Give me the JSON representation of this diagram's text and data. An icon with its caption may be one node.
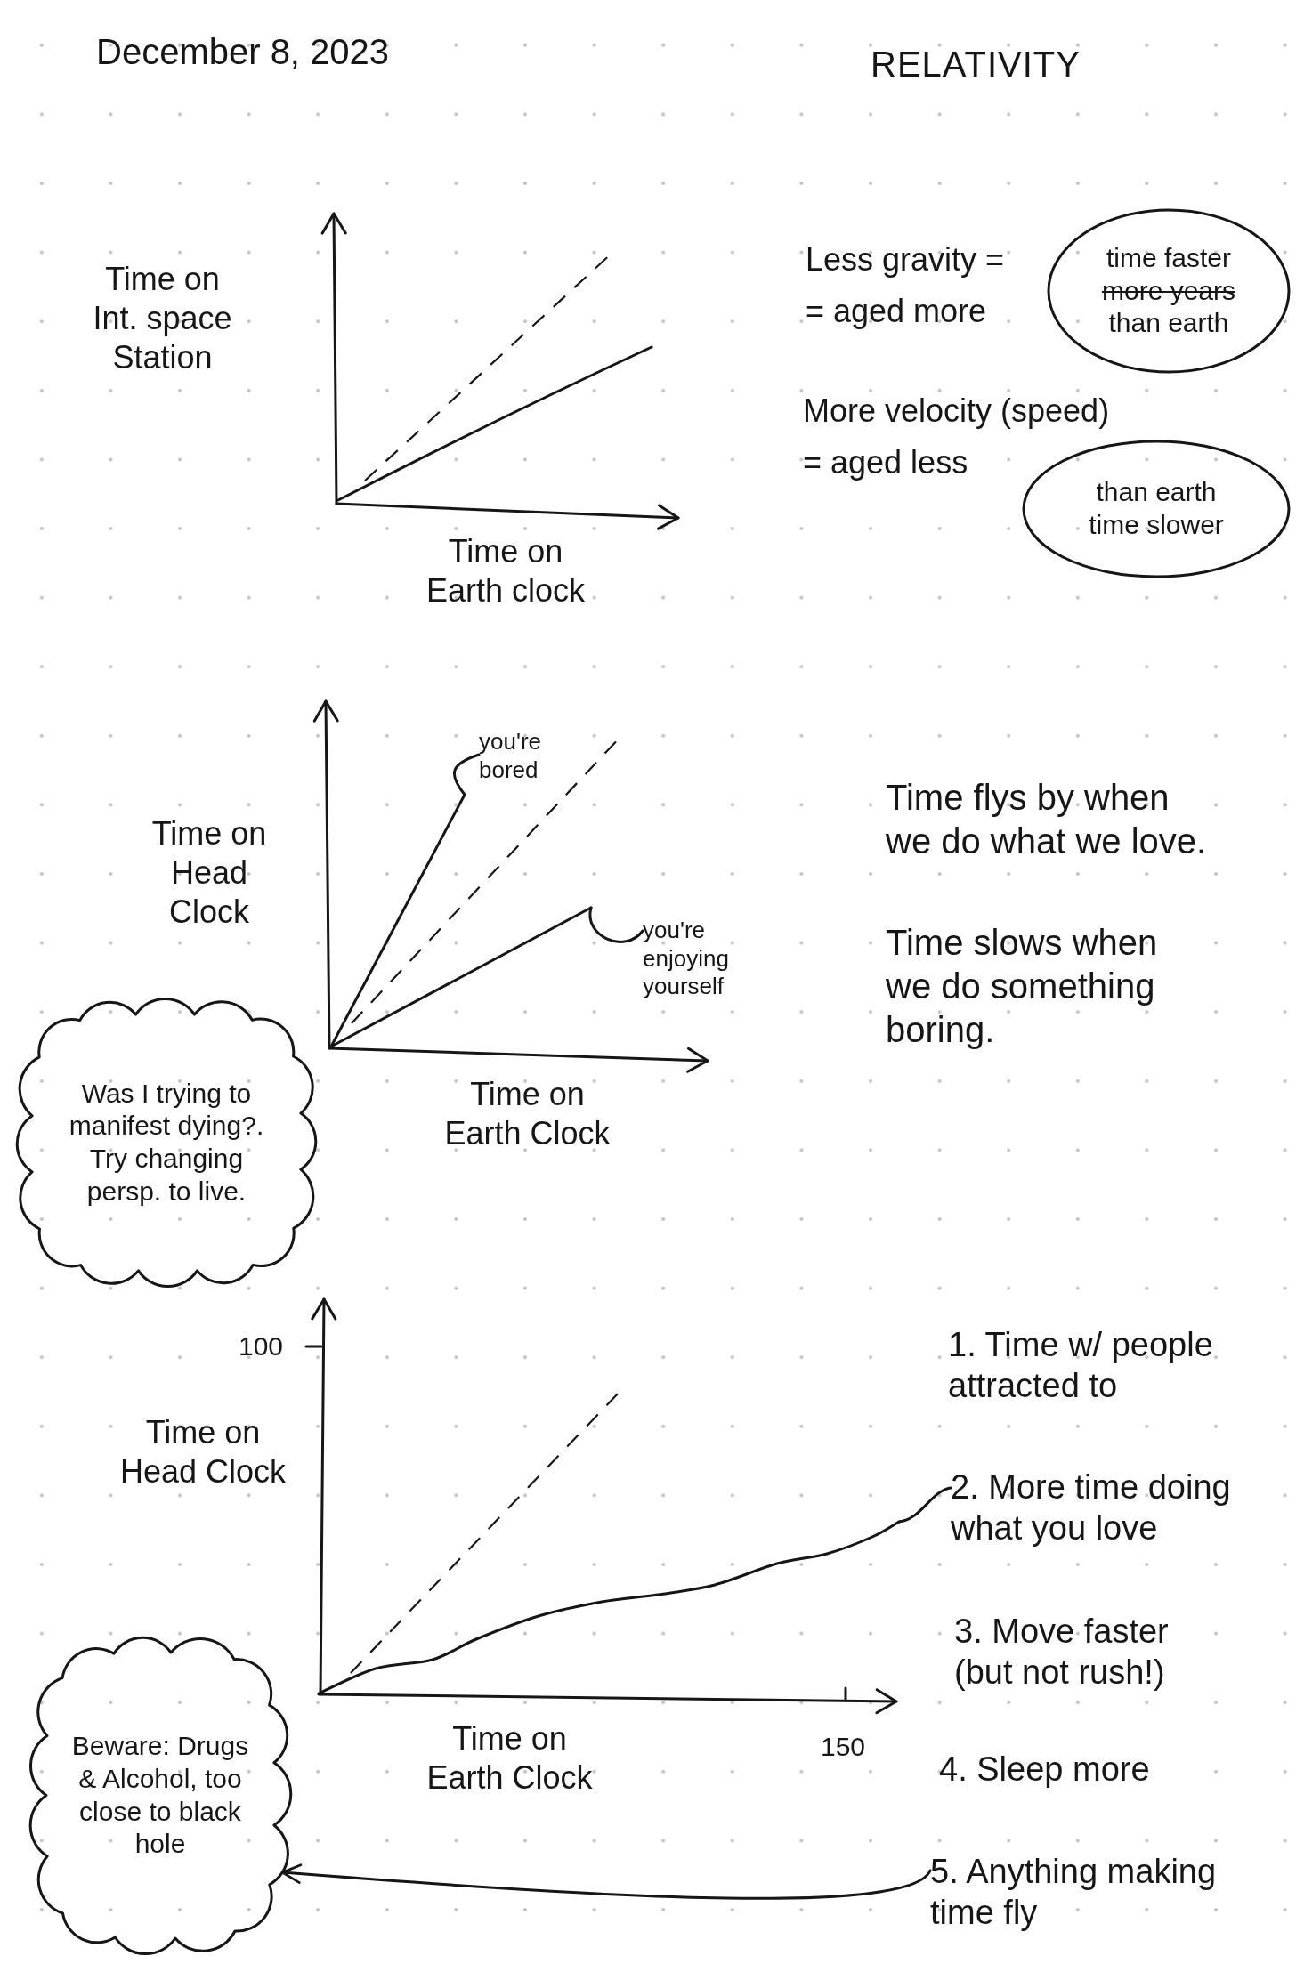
{
  "diagram": {
    "title": "RELATIVITY",
    "nodes": [
      {
        "text": [
          "time faster",
          "more years",
          "than earth"
        ]
      },
      {
        "text": [
          "than earth",
          "time slower"
        ]
      },
      {
        "text": [
          "you're bored"
        ]
      },
      {
        "text": [],
        "shape": "line"
      },
      {
        "text": [],
        "shape": "line"
      },
      {
        "text": [
          "you're enjoying yourself"
        ]
      },
      {
        "text": [
          "Was I trying to manifest dying?. Try changing persp. to live."
        ]
      },
      {
        "text": [],
        "shape": "line"
      },
      {
        "text": [
          "2. More time doing what you love"
        ]
      },
      {
        "text": [
          "Beware: Drugs & Alcohol, too close to black hole"
        ]
      },
      {
        "text": [
          "5. Anything making time fly"
        ]
      }
    ],
    "edges": [
      {
        "from": 2,
        "to": 3,
        "arrow": "none"
      },
      {
        "from": 5,
        "to": 4,
        "arrow": "none"
      },
      {
        "from": 8,
        "to": 7,
        "arrow": "none"
      },
      {
        "from": 10,
        "to": 9,
        "arrow": "to"
      }
    ],
    "labels": [
      "December 8, 2023",
      "Time on Int. space Station",
      "Less gravity =",
      "= aged more",
      "More velocity (speed)",
      "= aged less",
      "Time on Earth clock",
      "Time on Head Clock",
      "Time flys by when we do what we love.",
      "Time slows when we do something boring.",
      "Time on Earth Clock",
      "100",
      "1. Time w/ people attracted to",
      "Time on Head Clock",
      "3. Move faster (but not rush!)",
      "Time on Earth Clock",
      "150",
      "4. Sleep more"
    ]
  }
}
